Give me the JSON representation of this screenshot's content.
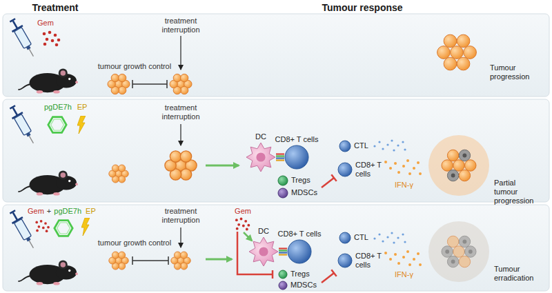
{
  "diagram": {
    "nodes": [
      {
        "text": [
          "Tumour progression"
        ]
      },
      {
        "text": [
          "DC"
        ]
      },
      {
        "text": [
          "CD8+ T cells"
        ]
      },
      {
        "text": [
          "Tregs"
        ]
      },
      {
        "text": [
          "MDSCs"
        ]
      },
      {
        "text": [
          "CTL"
        ]
      },
      {
        "text": [
          "CD8+ T cells"
        ]
      },
      {
        "text": [
          "Partial tumour progression"
        ]
      },
      {
        "text": [
          "DC"
        ]
      },
      {
        "text": [
          "CD8+ T cells"
        ]
      },
      {
        "text": [
          "Tregs"
        ]
      },
      {
        "text": [
          "MDSCs"
        ]
      },
      {
        "text": [
          "CTL"
        ]
      },
      {
        "text": [
          "CD8+ T cells"
        ]
      },
      {
        "text": [
          "Tumour erradication"
        ]
      }
    ],
    "edges": [
      {
        "from": 1,
        "to": 2,
        "arrow": "none"
      },
      {
        "from": 8,
        "to": 9,
        "arrow": "none"
      }
    ],
    "labels": [
      "Treatment",
      "Tumour response",
      "Gem",
      "treatment interruption",
      "tumour growth control",
      "pgDE7h",
      "EP",
      "treatment interruption",
      "IFN-γ",
      "Gem",
      "+",
      "pgDE7h",
      "EP",
      "tumour growth control",
      "treatment interruption",
      "Gem",
      "IFN-γ"
    ]
  }
}
